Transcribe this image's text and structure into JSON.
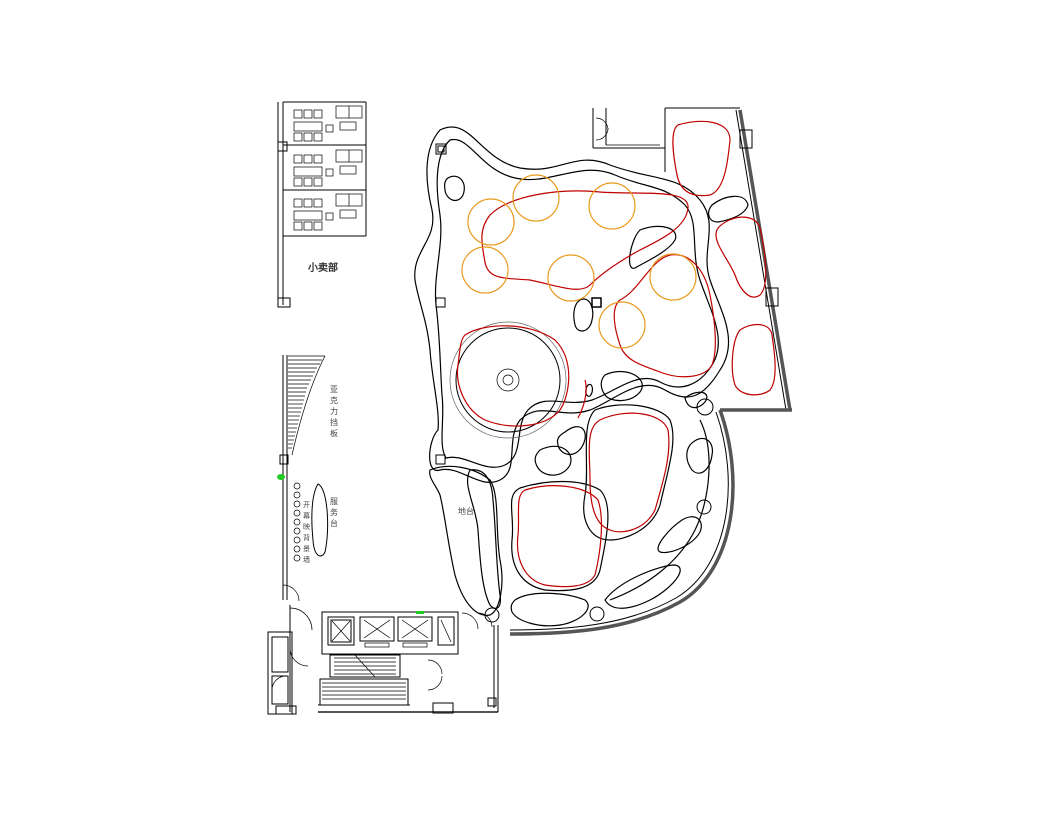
{
  "labels": {
    "shop": "小卖部",
    "acrylic_board": [
      "亚",
      "克",
      "力",
      "挡",
      "板"
    ],
    "service_desk": [
      "服",
      "务",
      "台"
    ],
    "projection_wall": [
      "开",
      "幕",
      "映",
      "背",
      "景",
      "墙"
    ],
    "platform": "地台"
  },
  "colors": {
    "red_outline": "#c00000",
    "orange_circle": "#e89a1c",
    "green_mark": "#22cc22",
    "wall": "#000000"
  }
}
